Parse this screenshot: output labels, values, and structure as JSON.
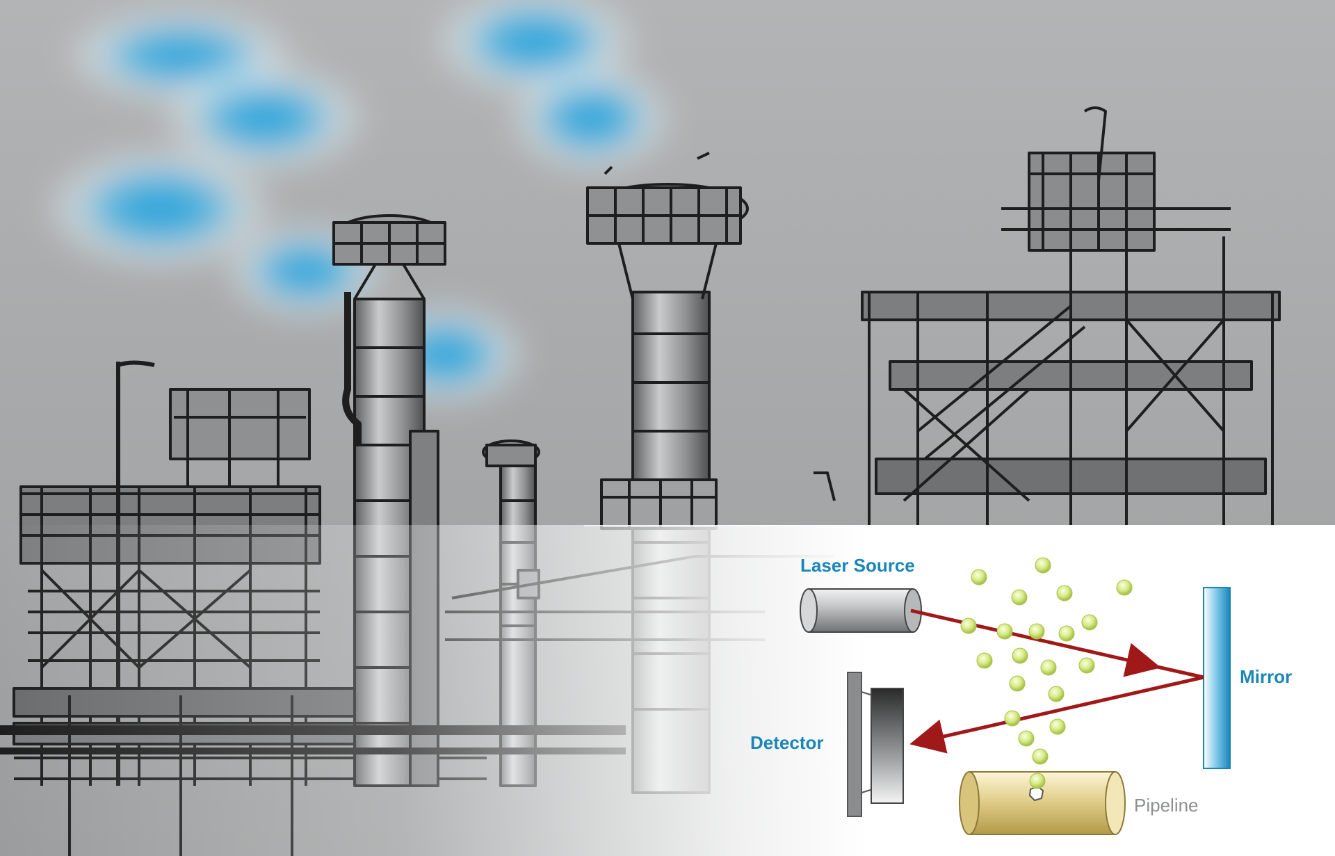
{
  "labels": {
    "laser_source": "Laser Source",
    "mirror": "Mirror",
    "detector": "Detector",
    "pipeline": "Pipeline"
  },
  "colors": {
    "sky": "#a9abac",
    "smoke": "#2aa3da",
    "label_blue": "#1a86b8",
    "beam": "#a01818",
    "particle": "#cfe57a",
    "pipeline": "#e2cf8a",
    "structure_line": "#1e1e1e"
  },
  "icons": {
    "laser": "laser-source-cylinder",
    "mirror": "mirror-panel",
    "detector": "detector-block",
    "pipeline": "pipeline-cylinder-with-leak",
    "particles": "gas-molecule-dots"
  }
}
